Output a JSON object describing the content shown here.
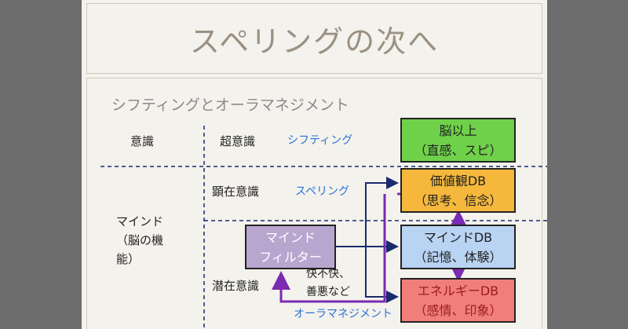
{
  "title": "スペリングの次へ",
  "subtitle": "シフティングとオーラマネジメント",
  "rows": {
    "ishiki": "意識",
    "mind": "マインド\n（脳の機\n能）"
  },
  "levels": {
    "chou": "超意識",
    "kenzai": "顕在意識",
    "senzai": "潜在意識"
  },
  "techniques": {
    "shifting": "シフティング",
    "spelling": "スペリング",
    "aura": "オーラマネジメント"
  },
  "filter_note": "快不快、\n善悪など",
  "boxes": {
    "beyond": "脳以上\n（直感、スピ）",
    "values": "価値観DB\n（思考、信念）",
    "mind": "マインドDB\n（記憶、体験）",
    "energy": "エネルギーDB\n（感情、印象）",
    "filter": "マインド\nフィルター"
  },
  "colors": {
    "beyond": "#6fd14a",
    "values": "#f5b83c",
    "mind": "#b9d3f3",
    "energy": "#f07f7b",
    "filter": "#b9a6cf",
    "arrow_navy": "#1a2a6e",
    "arrow_purple": "#7a2ab3",
    "technique_text": "#2a73d9"
  }
}
